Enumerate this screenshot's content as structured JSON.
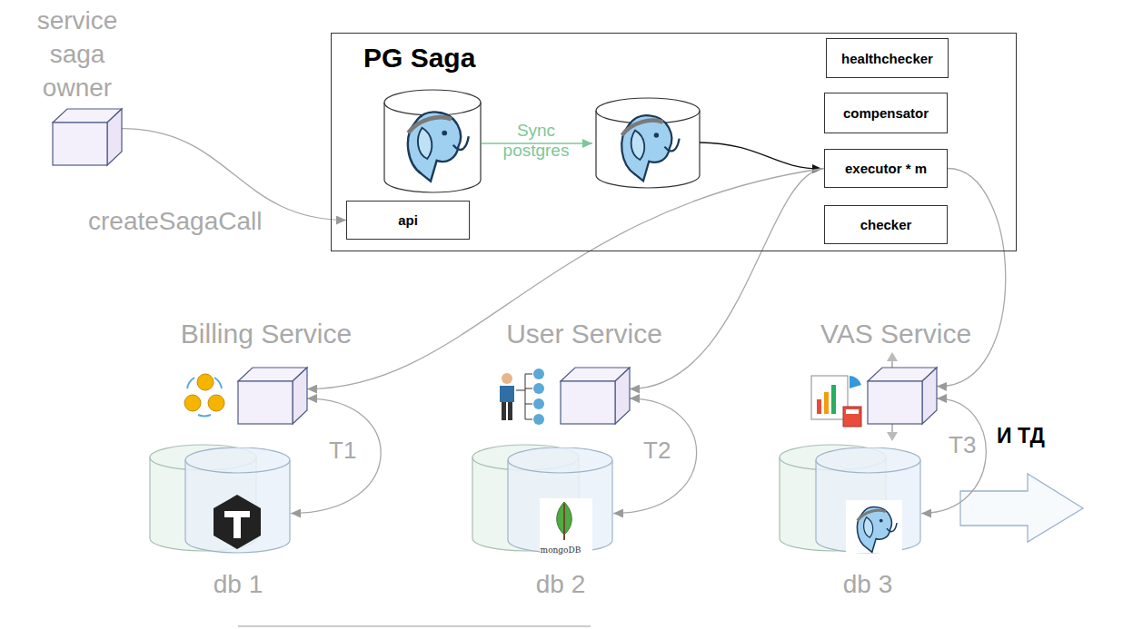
{
  "diagram": {
    "nodes": [
      {
        "text": [
          "service saga owner"
        ]
      },
      {
        "text": [
          "PG Saga"
        ]
      },
      {
        "text": [
          "healthchecker"
        ],
        "in": 1
      },
      {
        "text": [
          "compensator"
        ],
        "in": 1
      },
      {
        "text": [
          "executor * m"
        ],
        "in": 1
      },
      {
        "text": [
          "checker"
        ],
        "in": 1
      },
      {
        "text": [
          "api"
        ],
        "in": 1
      },
      {
        "text": [
          "Billing Service"
        ]
      },
      {
        "text": [
          "User Service"
        ]
      },
      {
        "text": [
          "VAS Service"
        ]
      },
      {
        "text": [
          "db 1"
        ]
      },
      {
        "text": [
          "db 2"
        ]
      },
      {
        "text": [
          "db 3"
        ]
      }
    ],
    "edges": [
      {
        "from": 0,
        "to": 6,
        "label": "createSagaCall",
        "arrow": "to"
      },
      {
        "from": 4,
        "to": 7,
        "arrow": "to"
      },
      {
        "from": 4,
        "to": 8,
        "arrow": "to"
      },
      {
        "from": 4,
        "to": 9,
        "arrow": "to"
      },
      {
        "from": 7,
        "to": 10,
        "label": "T1",
        "arrow": "both"
      },
      {
        "from": 8,
        "to": 11,
        "label": "T2",
        "arrow": "both"
      },
      {
        "from": 9,
        "to": 12,
        "label": "T3",
        "arrow": "both"
      }
    ],
    "labels": [
      "Sync postgres",
      "mongoDB",
      "И ТД"
    ]
  }
}
